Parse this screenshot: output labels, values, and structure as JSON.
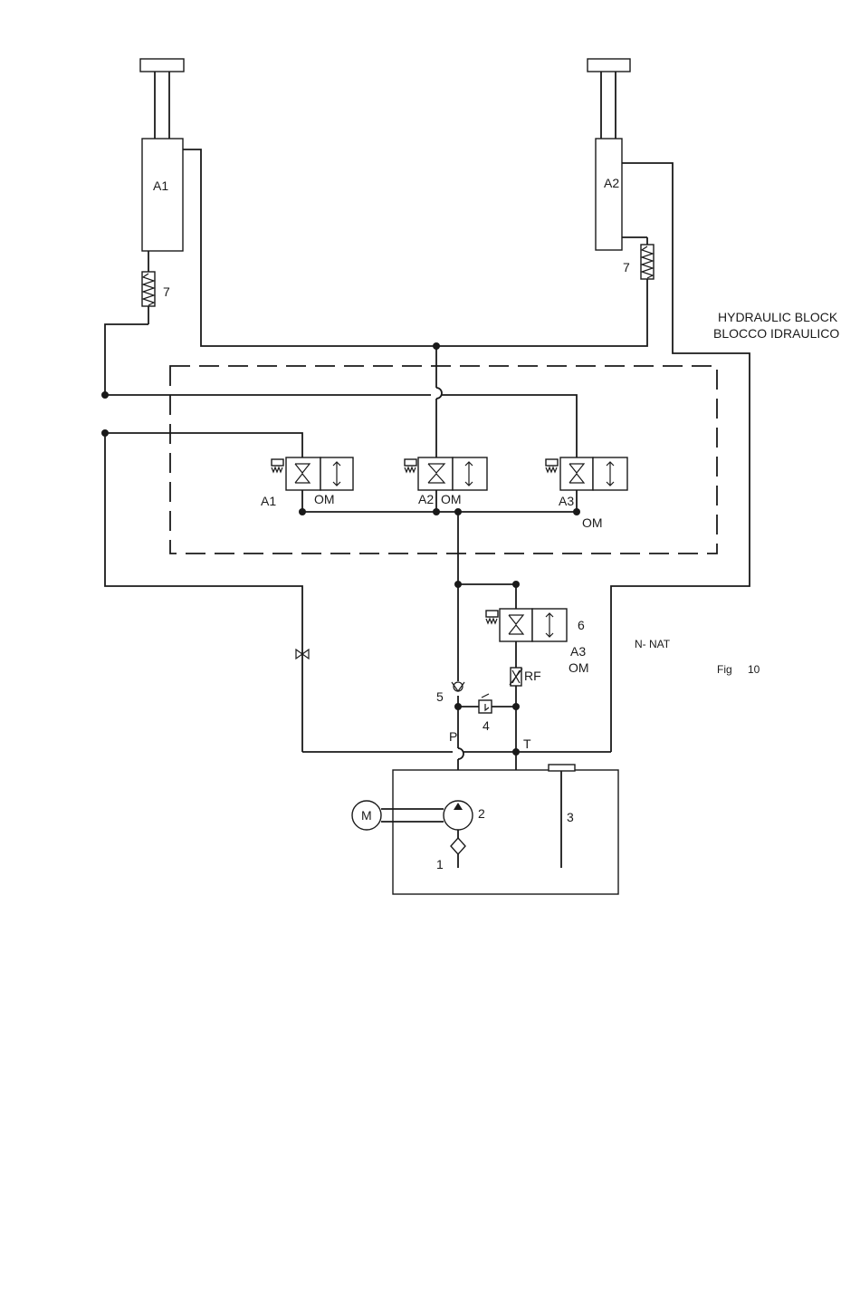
{
  "labels": {
    "cyl_a1": "A1",
    "cyl_a2": "A2",
    "spring_left": "7",
    "spring_right": "7",
    "block_title_en": "HYDRAULIC BLOCK",
    "block_title_it": "BLOCCO IDRAULICO",
    "valve_a1": "A1",
    "valve_a1_om": "OM",
    "valve_a2": "A2",
    "valve_a2_om": "OM",
    "valve_a3": "A3",
    "valve_a3_om": "OM",
    "valve6_num": "6",
    "valve6_a3": "A3",
    "valve6_om": "OM",
    "nnat": "N- NAT",
    "fig": "Fig",
    "fig_num": "10",
    "rf": "RF",
    "check_valve_num": "5",
    "relief_valve_num": "4",
    "port_p": "P",
    "port_t": "T",
    "motor": "M",
    "pump_num": "2",
    "tank_num": "3",
    "filter_num": "1"
  },
  "colors": {
    "line": "#1a1a1a",
    "background": "#ffffff"
  }
}
